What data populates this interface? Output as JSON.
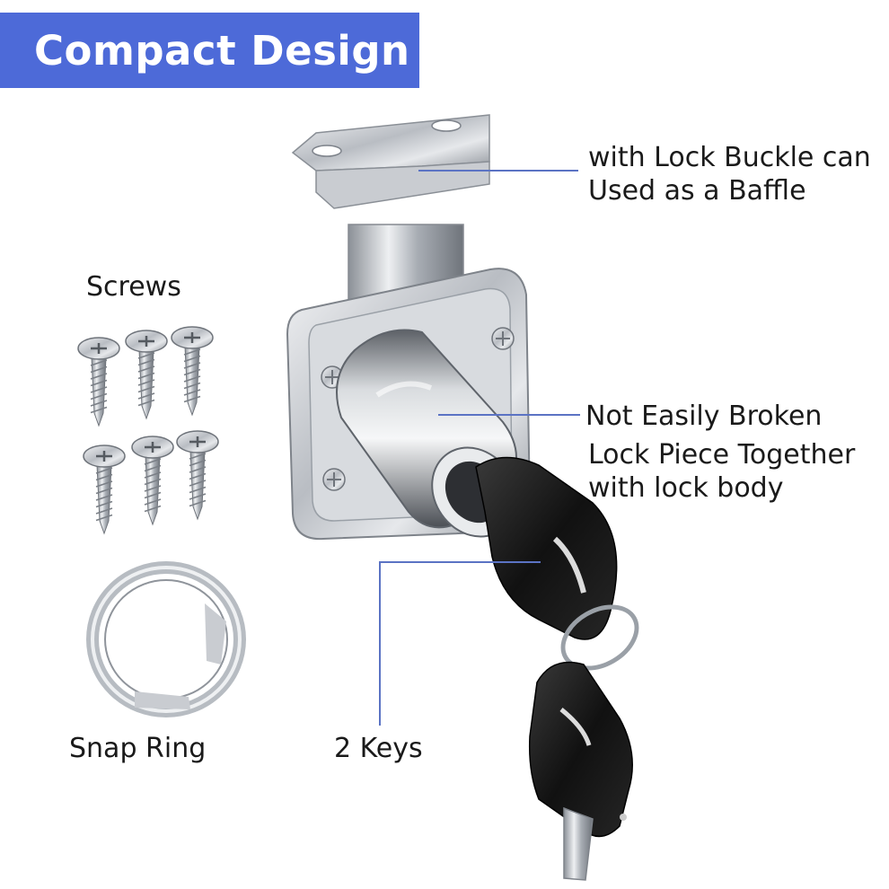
{
  "banner": {
    "title": "Compact Design",
    "background_color": "#4d6ad8",
    "text_color": "#ffffff"
  },
  "labels": {
    "baffle_line1": "with Lock Buckle can",
    "baffle_line2": "Used as a Baffle",
    "body_line1": "Not Easily Broken",
    "body_line2": "Lock Piece Together",
    "body_line3": "with lock body",
    "screws": "Screws",
    "snap_ring": "Snap Ring",
    "keys": "2 Keys"
  },
  "callout_color": "#5b73c4",
  "parts": [
    {
      "name": "lock-buckle",
      "icon": "buckle-plate-icon"
    },
    {
      "name": "lock-body",
      "icon": "cylinder-lock-icon"
    },
    {
      "name": "screws",
      "icon": "screw-icon",
      "count": 6
    },
    {
      "name": "snap-ring",
      "icon": "ring-icon"
    },
    {
      "name": "keys",
      "icon": "key-icon",
      "count": 2
    }
  ]
}
